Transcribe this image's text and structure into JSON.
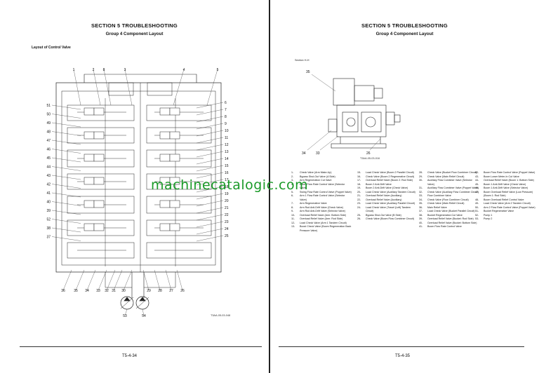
{
  "watermark": "machinecatalogic.com",
  "left_page": {
    "section_title": "SECTION 5 TROUBLESHOOTING",
    "group_title": "Group 4 Component Layout",
    "layout_label": "Layout of Control Valve",
    "drawing_code": "T3AA-05-03-048",
    "page_number": "T5-4-34",
    "callouts_top": [
      "1",
      "2",
      "8",
      "3",
      "4",
      "5"
    ],
    "callouts_left": [
      "51",
      "50",
      "49",
      "48",
      "47",
      "46",
      "45",
      "44",
      "43",
      "42",
      "41",
      "40",
      "39",
      "52",
      "38",
      "37"
    ],
    "callouts_right": [
      "6",
      "7",
      "8",
      "9",
      "10",
      "11",
      "12",
      "13",
      "14",
      "15",
      "16",
      "17",
      "18",
      "19",
      "20",
      "21",
      "22",
      "23",
      "24",
      "25"
    ],
    "callouts_bottom": [
      "36",
      "35",
      "34",
      "33",
      "32",
      "31",
      "30",
      "29",
      "28",
      "27",
      "26"
    ],
    "pump_labels": [
      "53",
      "54"
    ]
  },
  "right_page": {
    "section_title": "SECTION 5 TROUBLESHOOTING",
    "group_title": "Group 4 Component Layout",
    "section_label": "Section H-H",
    "callouts": [
      "35",
      "34",
      "33",
      "26"
    ],
    "drawing_code": "T3AA-05-03-016",
    "page_number": "T5-4-35"
  },
  "legend": [
    [
      {
        "n": "1-",
        "t": "Check Valve (Arm Make-Up)"
      },
      {
        "n": "2-",
        "t": "Bypass Shut-Out Valve (A Side)"
      },
      {
        "n": "3-",
        "t": "Arm Regeneration Cut Valve"
      },
      {
        "n": "4-",
        "t": "Boom Flow Rate Control Valve (Selector Valve)"
      },
      {
        "n": "5-",
        "t": "Swing Flow Rate Control Valve (Poppet Valve)"
      },
      {
        "n": "6-",
        "t": "Arm 1 Flow Rate Control Valve (Selector Valve)"
      },
      {
        "n": "7-",
        "t": "Arm Regenerative Valve"
      },
      {
        "n": "8-",
        "t": "Arm Rod Anti-Drift Valve (Check Valve)"
      },
      {
        "n": "9-",
        "t": "Arm Rod Anti-Drift Valve (Selector Valve)"
      },
      {
        "n": "10-",
        "t": "Overload Relief Valve (Arm: Bottom Side)"
      },
      {
        "n": "11-",
        "t": "Overload Relief Valve (Arm: Rod Side)"
      },
      {
        "n": "12-",
        "t": "Load Check Valve (Arm 1 Tandem Circuit)"
      },
      {
        "n": "13-",
        "t": "Boost Check Valve (Boom Regeneration Back Pressure Valve)"
      }
    ],
    [
      {
        "n": "15-",
        "t": "Load Check Valve (Boom 2 Parallel Circuit)"
      },
      {
        "n": "16-",
        "t": "Check Valve (Boom 2 Regenerative Circuit)"
      },
      {
        "n": "17-",
        "t": "Overload Relief Valve (Boom 2: Rod Side)"
      },
      {
        "n": "18-",
        "t": "Boom 2 Anti-Drift Valve"
      },
      {
        "n": "19-",
        "t": "Boom 2 Anti-Drift Valve (Check Valve)"
      },
      {
        "n": "20-",
        "t": "Load Check Valve (Auxiliary Tandem Circuit)"
      },
      {
        "n": "21-",
        "t": "Overload Relief Valve (Auxiliary)"
      },
      {
        "n": "22-",
        "t": "Overload Relief Valve (Auxiliary)"
      },
      {
        "n": "23-",
        "t": "Load Check Valve (Auxiliary Parallel Circuit)"
      },
      {
        "n": "24-",
        "t": "Load Check Valve (Travel (Left) Tandem Circuit)"
      },
      {
        "n": "25-",
        "t": "Bypass Shut-Out Valve (B Side)"
      },
      {
        "n": "26-",
        "t": "Check Valve (Boom Flow Combiner Circuit)"
      }
    ],
    [
      {
        "n": "28-",
        "t": "Check Valve (Bucket Flow Combiner Circuit)"
      },
      {
        "n": "29-",
        "t": "Check Valve (Main Relief Circuit)"
      },
      {
        "n": "30-",
        "t": "Auxiliary Flow Combiner Valve (Selector Valve)"
      },
      {
        "n": "31-",
        "t": "Auxiliary Flow Combiner Valve (Poppet Valve)"
      },
      {
        "n": "32-",
        "t": "Check Valve (Auxiliary Flow Combiner Circuit)"
      },
      {
        "n": "33-",
        "t": "Flow Combiner Valve"
      },
      {
        "n": "34-",
        "t": "Check Valve (Flow Combiner Circuit)"
      },
      {
        "n": "35-",
        "t": "Check Valve (Main Relief Circuit)"
      },
      {
        "n": "36-",
        "t": "Main Relief Valve"
      },
      {
        "n": "37-",
        "t": "Load Check Valve (Bucket Parallel Circuit)"
      },
      {
        "n": "38-",
        "t": "Bucket Regeneration Cut Valve"
      },
      {
        "n": "39-",
        "t": "Overload Relief Valve (Bucket: Rod Side)"
      },
      {
        "n": "40-",
        "t": "Overload Relief Valve (Bucket: Bottom Side)"
      },
      {
        "n": "41-",
        "t": "Boom Flow Rate Control Valve"
      }
    ],
    [
      {
        "n": "42-",
        "t": "Boom Flow Rate Control Valve (Poppet Valve)"
      },
      {
        "n": "43-",
        "t": "Boom Lower Meter-In Cut Valve"
      },
      {
        "n": "44-",
        "t": "Overload Relief Valve (Boom 1: Bottom Side)"
      },
      {
        "n": "45-",
        "t": "Boom 1 Anti-Drift Valve (Check Valve)"
      },
      {
        "n": "46-",
        "t": "Boom 1 Anti-Drift Valve (Selector Valve)"
      },
      {
        "n": "47-",
        "t": "Boom Overload Relief Valve (Low Pressure) (Boom 1: Rod Side)"
      },
      {
        "n": "48-",
        "t": "Boom Overload Relief Control Valve"
      },
      {
        "n": "49-",
        "t": "Load Check Valve (Arm 2 Tandem Circuit)"
      },
      {
        "n": "50-",
        "t": "Arm 2 Flow Rate Control Valve (Poppet Valve)"
      },
      {
        "n": "51-",
        "t": "Bucket Regenerative Valve"
      },
      {
        "n": "52-",
        "t": "Pump 1"
      },
      {
        "n": "53-",
        "t": "Pump 2"
      }
    ]
  ]
}
